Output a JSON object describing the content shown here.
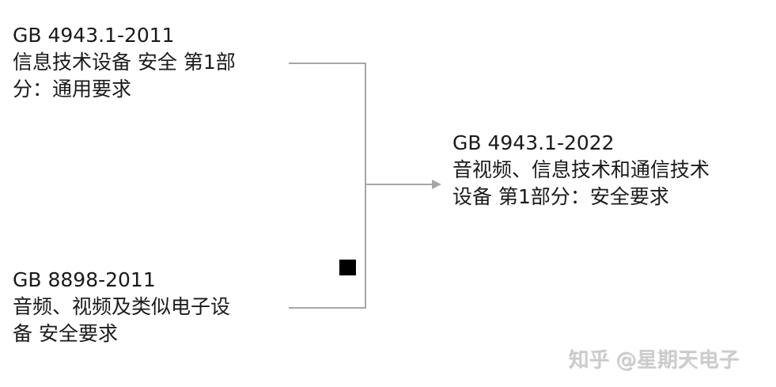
{
  "diagram": {
    "sources": [
      {
        "code": "GB 4943.1-2011",
        "title_line1": "信息技术设备 安全 第1部",
        "title_line2": "分：通用要求"
      },
      {
        "code": "GB 8898-2011",
        "title_line1": "音频、视频及类似电子设",
        "title_line2": "备 安全要求"
      }
    ],
    "target": {
      "code": "GB 4943.1-2022",
      "title_line1": "音视频、信息技术和通信技术",
      "title_line2": "设备 第1部分：安全要求"
    },
    "line_color": "#a6a6a6",
    "marker_color": "#000000"
  },
  "watermark": {
    "text": "知乎 @星期天电子"
  }
}
